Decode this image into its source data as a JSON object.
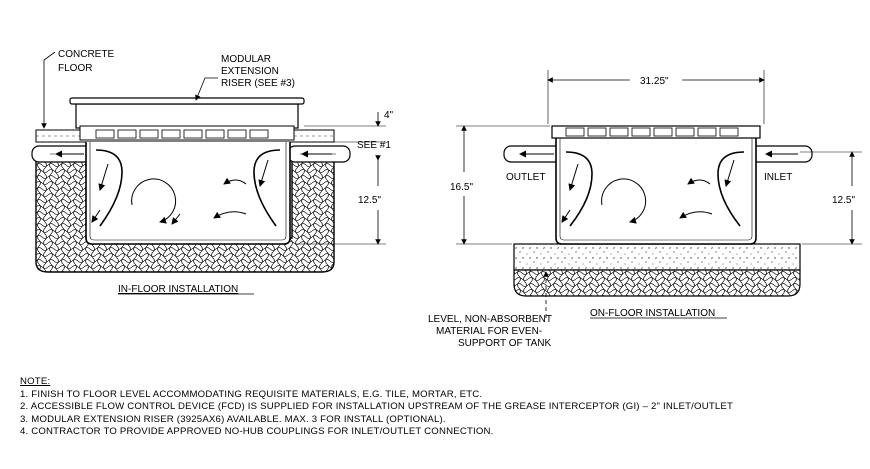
{
  "left_view": {
    "caption": "IN-FLOOR INSTALLATION",
    "label_floor": [
      "CONCRETE",
      "FLOOR"
    ],
    "label_riser": [
      "MODULAR",
      "EXTENSION",
      "RISER (SEE #3)"
    ],
    "dim_top": "4\"",
    "dim_see": "SEE #1",
    "dim_depth": "12.5\""
  },
  "right_view": {
    "caption": "ON-FLOOR INSTALLATION",
    "dim_width": "31.25\"",
    "dim_height": "16.5\"",
    "dim_depth": "12.5\"",
    "label_outlet": "OUTLET",
    "label_inlet": "INLET",
    "label_base": [
      "LEVEL, NON-ABSORBENT",
      "MATERIAL FOR EVEN-",
      "SUPPORT OF TANK"
    ]
  },
  "notes": {
    "header": "NOTE:",
    "items": [
      "1. FINISH TO FLOOR LEVEL ACCOMMODATING REQUISITE MATERIALS, E.G. TILE, MORTAR, ETC.",
      "2. ACCESSIBLE FLOW CONTROL DEVICE (FCD) IS SUPPLIED FOR INSTALLATION UPSTREAM OF THE GREASE INTERCEPTOR (GI) – 2\" INLET/OUTLET",
      "3. MODULAR EXTENSION RISER (3925AX6) AVAILABLE. MAX. 3 FOR INSTALL (OPTIONAL).",
      "4. CONTRACTOR TO PROVIDE APPROVED NO-HUB COUPLINGS FOR INLET/OUTLET CONNECTION."
    ]
  }
}
